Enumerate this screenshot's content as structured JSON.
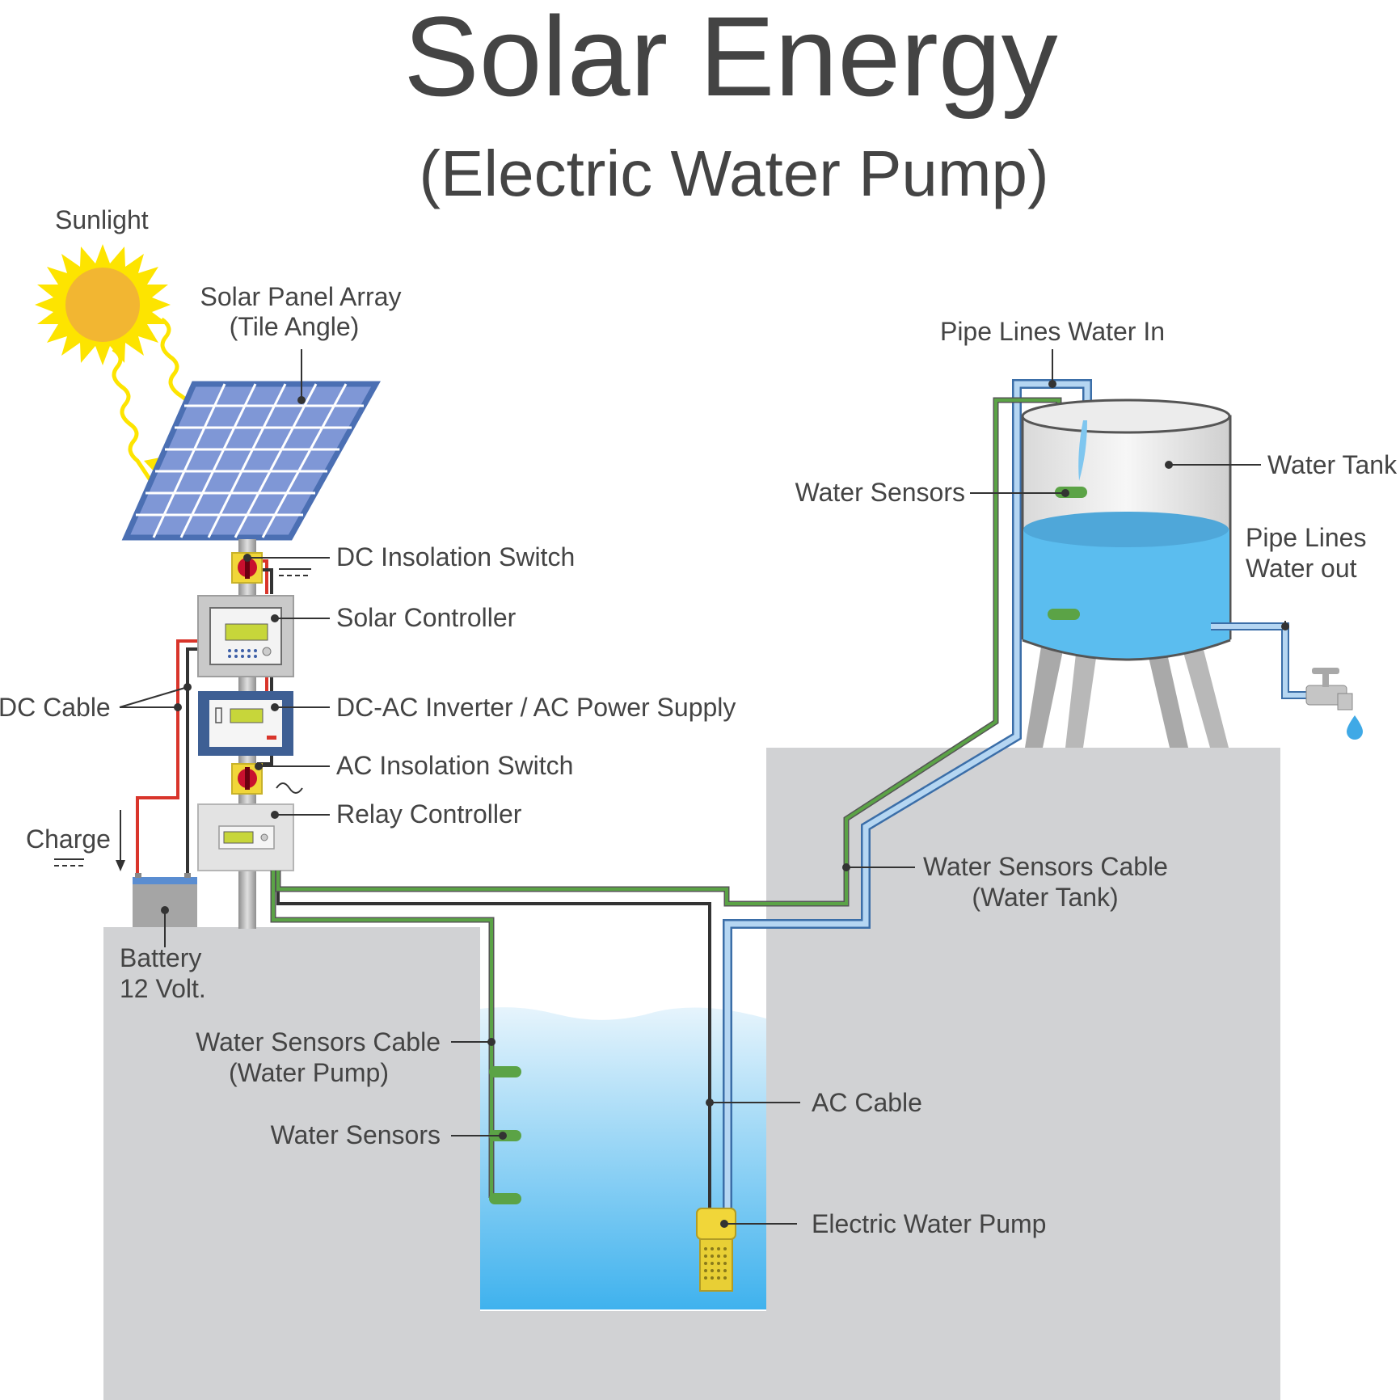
{
  "title": "Solar Energy",
  "subtitle": "(Electric Water Pump)",
  "labels": {
    "sunlight": "Sunlight",
    "solar_panel_1": "Solar Panel Array",
    "solar_panel_2": "(Tile Angle)",
    "dc_switch": "DC Insolation Switch",
    "solar_controller": "Solar Controller",
    "dc_cable": "DC Cable",
    "inverter": "DC-AC Inverter / AC Power Supply",
    "ac_switch": "AC Insolation Switch",
    "relay": "Relay Controller",
    "charge": "Charge",
    "battery_1": "Battery",
    "battery_2": "12 Volt.",
    "pump_cable_1": "Water Sensors Cable",
    "pump_cable_2": "(Water Pump)",
    "sensors_pump": "Water Sensors",
    "ac_cable": "AC Cable",
    "pump": "Electric Water Pump",
    "pipe_in": "Pipe Lines Water In",
    "tank": "Water Tank",
    "sensors_tank": "Water Sensors",
    "pipe_out_1": "Pipe Lines",
    "pipe_out_2": "Water out",
    "tank_cable_1": "Water Sensors Cable",
    "tank_cable_2": "(Water Tank)"
  },
  "colors": {
    "sun": "#f2b632",
    "sun_rays": "#fde400",
    "panel_frame": "#4b6fb3",
    "panel_cell": "#7f97d6",
    "ground": "#d1d2d4",
    "water": "#5bbdef",
    "sensor_cable": "#5ba346",
    "pipe": "#7aaee0",
    "dc_positive": "#d9352b",
    "dc_negative": "#333333",
    "pump_body": "#f1d639"
  },
  "icons": [
    "sun-icon",
    "solar-panel-icon",
    "switch-icon",
    "controller-icon",
    "inverter-icon",
    "battery-icon",
    "pump-icon",
    "water-tank-icon",
    "faucet-icon",
    "water-drop-icon"
  ]
}
